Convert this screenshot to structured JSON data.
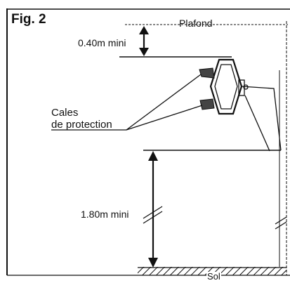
{
  "figure": {
    "title": "Fig. 2",
    "ceiling_label": "Plafond",
    "floor_label": "Sol",
    "top_clearance_label": "0.40m mini",
    "bottom_clearance_label": "1.80m mini",
    "pads_label_line1": "Cales",
    "pads_label_line2": "de protection"
  },
  "colors": {
    "ink": "#111111",
    "pad_fill": "#444444",
    "background": "#ffffff"
  }
}
